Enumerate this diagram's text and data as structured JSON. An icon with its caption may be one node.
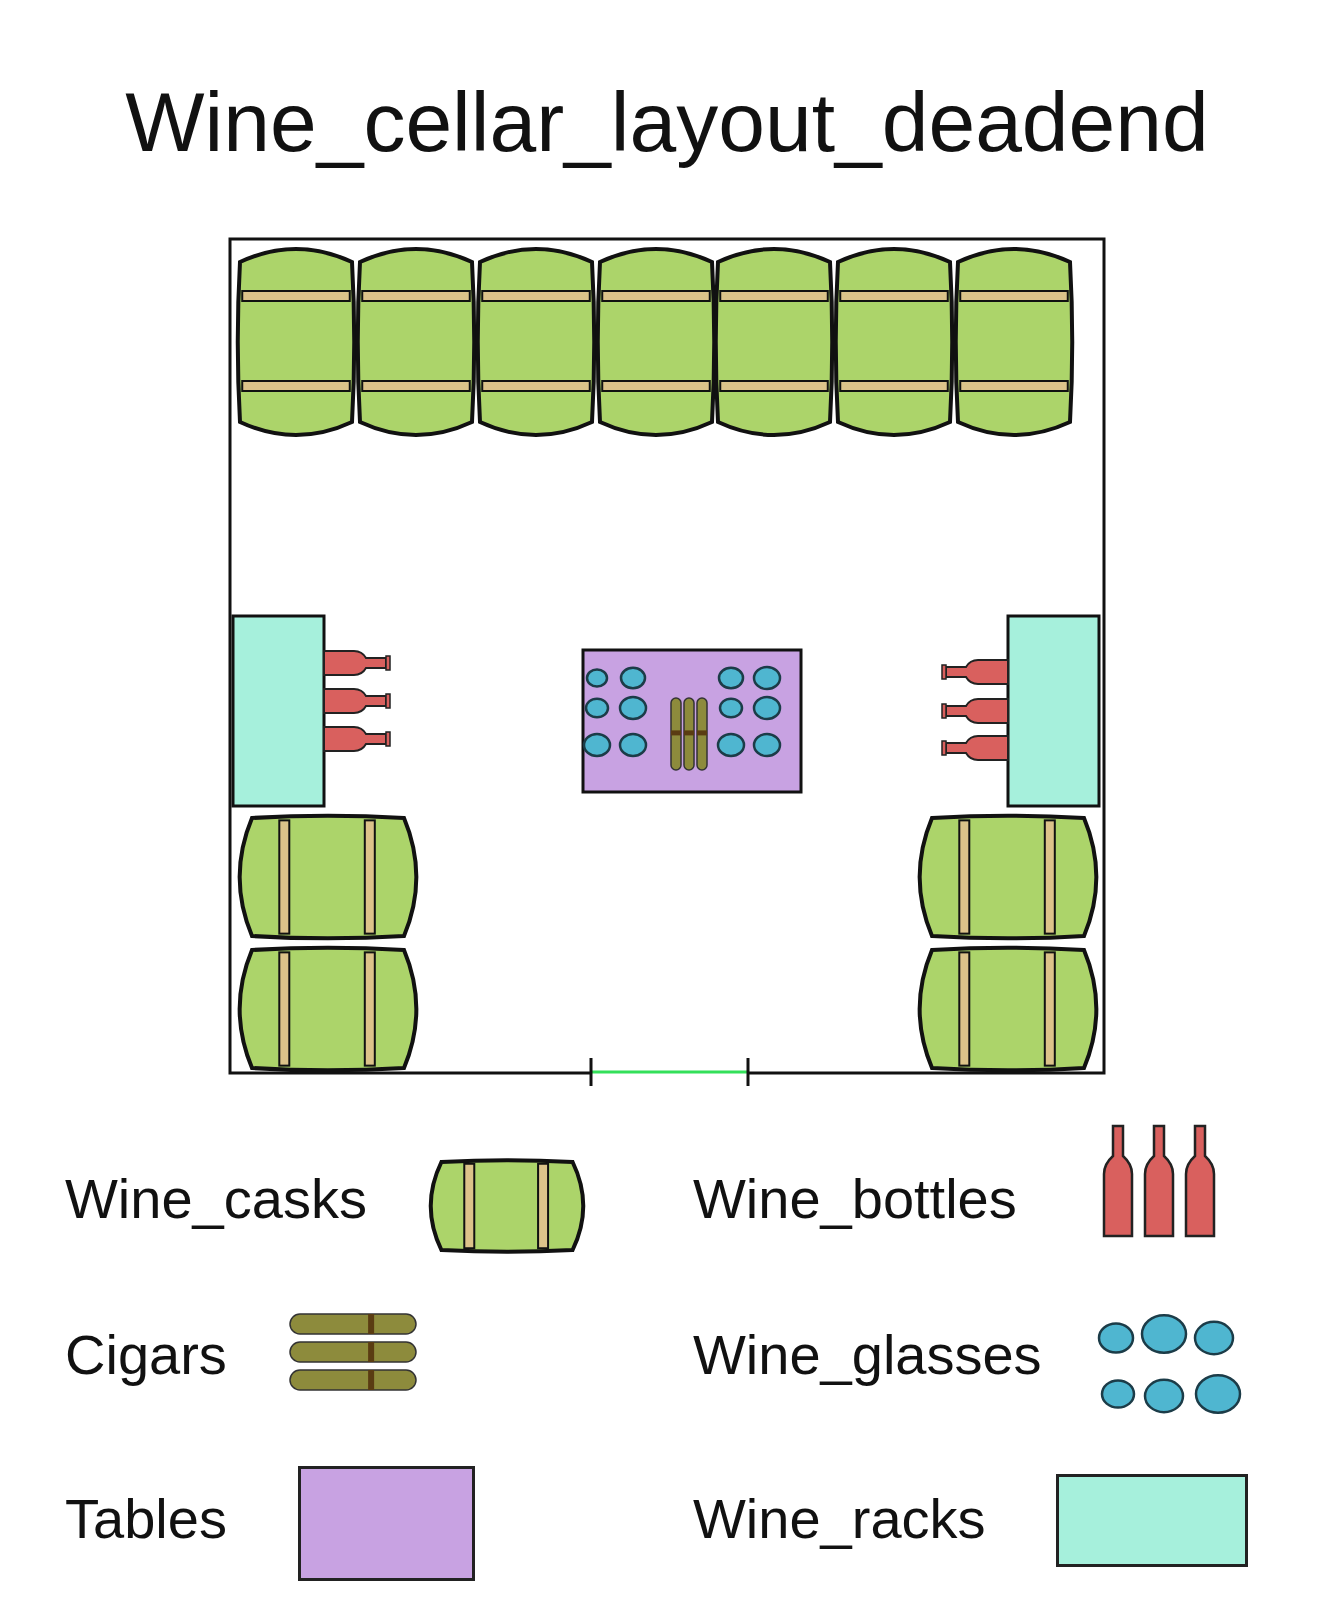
{
  "diagram": {
    "title": "Wine_cellar_layout_deadend",
    "legend": [
      {
        "text": "Wine_casks"
      },
      {
        "text": "Wine_bottles"
      },
      {
        "text": "Cigars"
      },
      {
        "text": "Wine_glasses"
      },
      {
        "text": "Tables",
        "color": "#c8a2e2"
      },
      {
        "text": "Wine_racks",
        "color": "#a6f0dc"
      }
    ]
  }
}
